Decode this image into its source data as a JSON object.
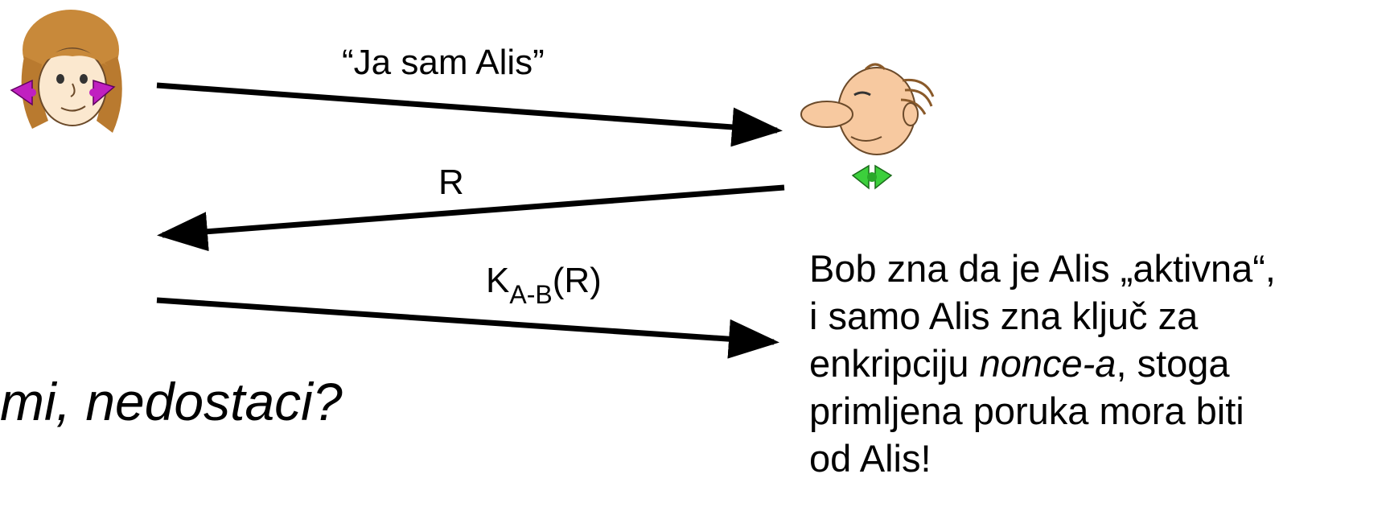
{
  "messages": {
    "m1": "“Ja sam Alis”",
    "m2": "R",
    "m3_main": "K",
    "m3_sub": "A-B",
    "m3_tail": "(R)"
  },
  "question": "mi, nedostaci?",
  "explanation": {
    "line1": "Bob zna da je Alis „aktivna“,",
    "line2": "i samo Alis zna ključ za",
    "line3_pre": "enkripciju ",
    "line3_italic": "nonce-a",
    "line3_post": ", stoga",
    "line4": "primljena poruka mora biti",
    "line5": "od Alis!"
  },
  "colors": {
    "arrow": "#000000",
    "alice_hair": "#c8893a",
    "alice_bow": "#c020c0",
    "bob_skin": "#f7c9a0",
    "bob_bowtie": "#3ccf3c"
  },
  "icons": {
    "alice": "alice-avatar-icon",
    "bob": "bob-avatar-icon"
  }
}
